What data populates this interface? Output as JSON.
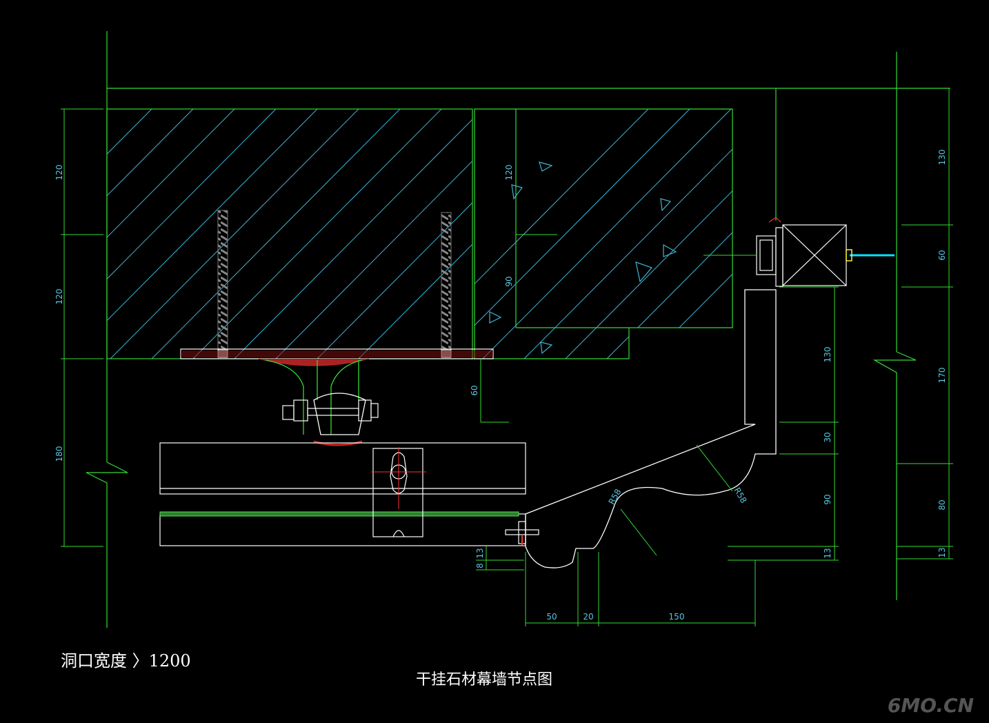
{
  "note": "洞口宽度 〉1200",
  "title": "干挂石材幕墙节点图",
  "watermark": "6MO.CN",
  "dimensions": {
    "left": [
      "120",
      "120",
      "180"
    ],
    "inner_left": [
      "120",
      "90"
    ],
    "mid": "60",
    "right_outer": [
      "130",
      "60",
      "170",
      "80",
      "13"
    ],
    "right_inner": [
      "130",
      "30",
      "90",
      "13"
    ],
    "bottom": [
      "50",
      "20",
      "150"
    ],
    "small": [
      "8",
      "13"
    ],
    "radius": [
      "R58",
      "R58"
    ]
  },
  "colors": {
    "background": "#000000",
    "frame_line": "#33dd33",
    "hatch_line": "#3fb6d6",
    "profile_line": "#ffffff",
    "weld": "#cc2222",
    "glass": "#00e5ff",
    "text": "#ffffff"
  }
}
